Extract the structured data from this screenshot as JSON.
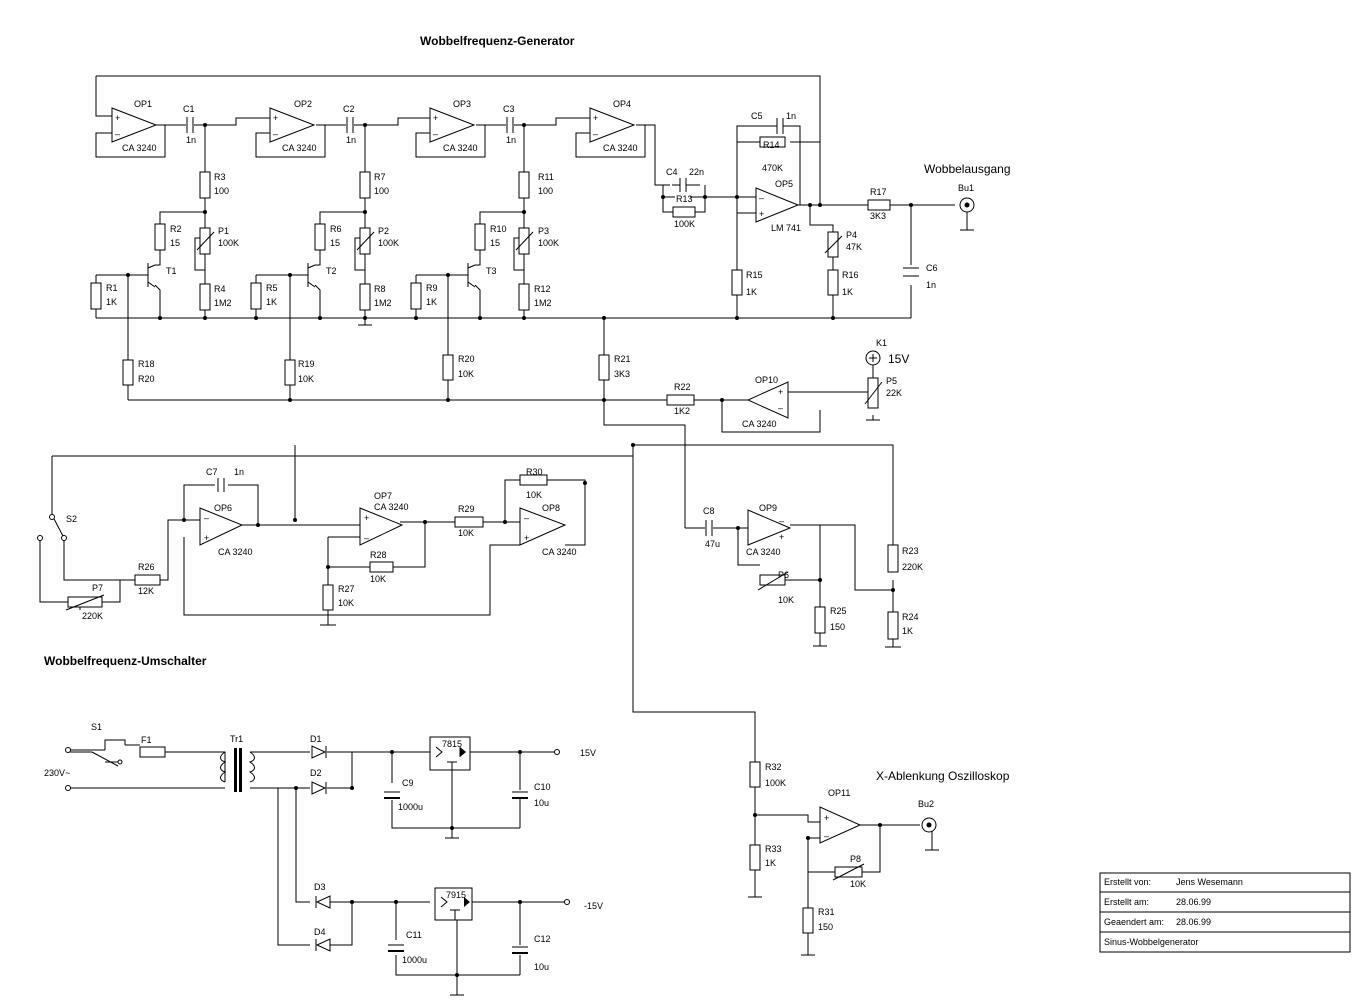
{
  "titles": {
    "generator": "Wobbelfrequenz-Generator",
    "switcher": "Wobbelfrequenz-Umschalter",
    "wobble_output": "Wobbelausgang",
    "x_deflection": "X-Ablenkung  Oszilloskop"
  },
  "supply": {
    "k1_label": "K1",
    "k1_voltage": "15V",
    "mains": "230V~",
    "out_pos": "15V",
    "out_neg": "-15V",
    "reg_pos": "7815",
    "reg_neg": "7915"
  },
  "opamps": {
    "op1": {
      "name": "OP1",
      "type": "CA 3240"
    },
    "op2": {
      "name": "OP2",
      "type": "CA 3240"
    },
    "op3": {
      "name": "OP3",
      "type": "CA 3240"
    },
    "op4": {
      "name": "OP4",
      "type": "CA 3240"
    },
    "op5": {
      "name": "OP5",
      "type": "LM 741"
    },
    "op6": {
      "name": "OP6",
      "type": "CA 3240"
    },
    "op7": {
      "name": "OP7",
      "type": "CA 3240"
    },
    "op8": {
      "name": "OP8",
      "type": "CA 3240"
    },
    "op9": {
      "name": "OP9",
      "type": "CA 3240"
    },
    "op10": {
      "name": "OP10",
      "type": "CA 3240"
    },
    "op11": {
      "name": "OP11",
      "type": ""
    }
  },
  "parts": {
    "c1": {
      "ref": "C1",
      "val": "1n"
    },
    "c2": {
      "ref": "C2",
      "val": "1n"
    },
    "c3": {
      "ref": "C3",
      "val": "1n"
    },
    "c4": {
      "ref": "C4",
      "val": "22n"
    },
    "c5": {
      "ref": "C5",
      "val": "1n"
    },
    "c6": {
      "ref": "C6",
      "val": "1n"
    },
    "c7": {
      "ref": "C7",
      "val": "1n"
    },
    "c8": {
      "ref": "C8",
      "val": "47u"
    },
    "c9": {
      "ref": "C9",
      "val": "1000u"
    },
    "c10": {
      "ref": "C10",
      "val": "10u"
    },
    "c11": {
      "ref": "C11",
      "val": "1000u"
    },
    "c12": {
      "ref": "C12",
      "val": "10u"
    },
    "r1": {
      "ref": "R1",
      "val": "1K"
    },
    "r2": {
      "ref": "R2",
      "val": "15"
    },
    "r3": {
      "ref": "R3",
      "val": "100"
    },
    "r4": {
      "ref": "R4",
      "val": "1M2"
    },
    "r5": {
      "ref": "R5",
      "val": "1K"
    },
    "r6": {
      "ref": "R6",
      "val": "15"
    },
    "r7": {
      "ref": "R7",
      "val": "100"
    },
    "r8": {
      "ref": "R8",
      "val": "1M2"
    },
    "r9": {
      "ref": "R9",
      "val": "1K"
    },
    "r10": {
      "ref": "R10",
      "val": "15"
    },
    "r11": {
      "ref": "R11",
      "val": "100"
    },
    "r12": {
      "ref": "R12",
      "val": "1M2"
    },
    "r13": {
      "ref": "R13",
      "val": "100K"
    },
    "r14": {
      "ref": "R14",
      "val": "470K"
    },
    "r15": {
      "ref": "R15",
      "val": "1K"
    },
    "r16": {
      "ref": "R16",
      "val": "1K"
    },
    "r17": {
      "ref": "R17",
      "val": "3K3"
    },
    "r18": {
      "ref": "R18",
      "val": "R20"
    },
    "r19": {
      "ref": "R19",
      "val": "10K"
    },
    "r20": {
      "ref": "R20",
      "val": "10K"
    },
    "r21": {
      "ref": "R21",
      "val": "3K3"
    },
    "r22": {
      "ref": "R22",
      "val": "1K2"
    },
    "r23": {
      "ref": "R23",
      "val": "220K"
    },
    "r24": {
      "ref": "R24",
      "val": "1K"
    },
    "r25": {
      "ref": "R25",
      "val": "150"
    },
    "r26": {
      "ref": "R26",
      "val": "12K"
    },
    "r27": {
      "ref": "R27",
      "val": "10K"
    },
    "r28": {
      "ref": "R28",
      "val": "10K"
    },
    "r29": {
      "ref": "R29",
      "val": "10K"
    },
    "r30": {
      "ref": "R30",
      "val": "10K"
    },
    "r31": {
      "ref": "R31",
      "val": "150"
    },
    "r32": {
      "ref": "R32",
      "val": "100K"
    },
    "r33": {
      "ref": "R33",
      "val": "1K"
    },
    "p1": {
      "ref": "P1",
      "val": "100K"
    },
    "p2": {
      "ref": "P2",
      "val": "100K"
    },
    "p3": {
      "ref": "P3",
      "val": "100K"
    },
    "p4": {
      "ref": "P4",
      "val": "47K"
    },
    "p5": {
      "ref": "P5",
      "val": "22K"
    },
    "p6": {
      "ref": "P6",
      "val": "10K"
    },
    "p7": {
      "ref": "P7",
      "val": "220K"
    },
    "p8": {
      "ref": "P8",
      "val": "10K"
    },
    "t1": {
      "ref": "T1"
    },
    "t2": {
      "ref": "T2"
    },
    "t3": {
      "ref": "T3"
    },
    "d1": {
      "ref": "D1"
    },
    "d2": {
      "ref": "D2"
    },
    "d3": {
      "ref": "D3"
    },
    "d4": {
      "ref": "D4"
    },
    "s1": {
      "ref": "S1"
    },
    "s2": {
      "ref": "S2"
    },
    "f1": {
      "ref": "F1"
    },
    "tr1": {
      "ref": "Tr1"
    },
    "bu1": {
      "ref": "Bu1"
    },
    "bu2": {
      "ref": "Bu2"
    }
  },
  "title_block": {
    "created_by_label": "Erstellt von:",
    "created_by": "Jens Wesemann",
    "created_on_label": "Erstellt am:",
    "created_on": "28.06.99",
    "changed_on_label": "Geaendert am:",
    "changed_on": "28.06.99",
    "project": "Sinus-Wobbelgenerator"
  }
}
